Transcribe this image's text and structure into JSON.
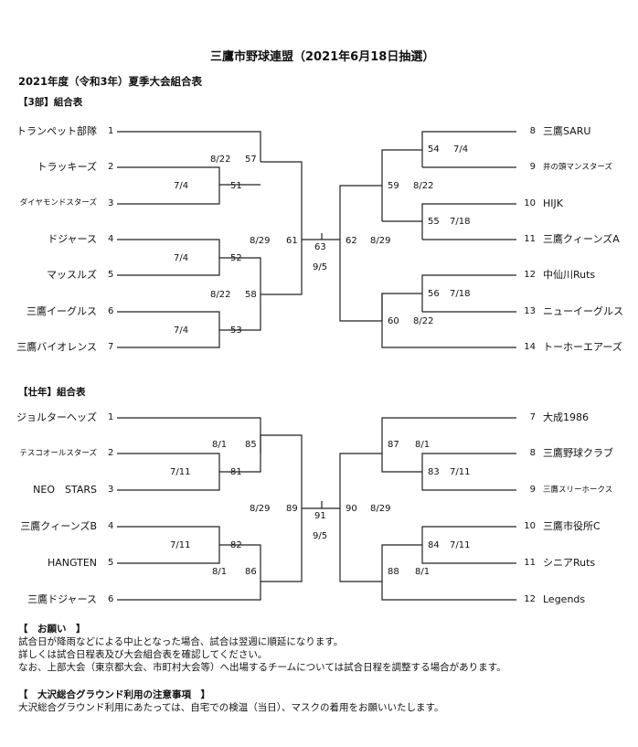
{
  "header": {
    "title": "三鷹市野球連盟（2021年6月18日抽選）",
    "subtitle": "2021年度（令和3年）夏季大会組合表"
  },
  "div3": {
    "label": "【3部】組合表",
    "left_teams": [
      {
        "name": "トランペット部隊",
        "seed": "1"
      },
      {
        "name": "トラッキーズ",
        "seed": "2"
      },
      {
        "name": "ダイヤモンドスターズ",
        "seed": "3"
      },
      {
        "name": "ドジャース",
        "seed": "4"
      },
      {
        "name": "マッスルズ",
        "seed": "5"
      },
      {
        "name": "三鷹イーグルス",
        "seed": "6"
      },
      {
        "name": "三鷹バイオレンス",
        "seed": "7"
      }
    ],
    "right_teams": [
      {
        "name": "三鷹SARU",
        "seed": "8"
      },
      {
        "name": "井の頭マンスターズ",
        "seed": "9"
      },
      {
        "name": "HIJK",
        "seed": "10"
      },
      {
        "name": "三鷹クィーンズA",
        "seed": "11"
      },
      {
        "name": "中仙川Ruts",
        "seed": "12"
      },
      {
        "name": "ニューイーグルス",
        "seed": "13"
      },
      {
        "name": "トーホーエアーズ",
        "seed": "14"
      }
    ],
    "games": {
      "g51": {
        "no": "51",
        "date": "7/4"
      },
      "g52": {
        "no": "52",
        "date": "7/4"
      },
      "g53": {
        "no": "53",
        "date": "7/4"
      },
      "g57": {
        "no": "57",
        "date": "8/22"
      },
      "g58": {
        "no": "58",
        "date": "8/22"
      },
      "g61": {
        "no": "61",
        "date": "8/29"
      },
      "g54": {
        "no": "54",
        "date": "7/4"
      },
      "g55": {
        "no": "55",
        "date": "7/18"
      },
      "g56": {
        "no": "56",
        "date": "7/18"
      },
      "g59": {
        "no": "59",
        "date": "8/22"
      },
      "g60": {
        "no": "60",
        "date": "8/22"
      },
      "g62": {
        "no": "62",
        "date": "8/29"
      },
      "final": {
        "no": "63",
        "date": "9/5"
      }
    }
  },
  "senior": {
    "label": "【壮年】組合表",
    "left_teams": [
      {
        "name": "ジョルターヘッズ",
        "seed": "1"
      },
      {
        "name": "テスコオールスターズ",
        "seed": "2"
      },
      {
        "name": "NEO　STARS",
        "seed": "3"
      },
      {
        "name": "三鷹クィーンズB",
        "seed": "4"
      },
      {
        "name": "HANGTEN",
        "seed": "5"
      },
      {
        "name": "三鷹ドジャース",
        "seed": "6"
      }
    ],
    "right_teams": [
      {
        "name": "大成1986",
        "seed": "7"
      },
      {
        "name": "三鷹野球クラブ",
        "seed": "8"
      },
      {
        "name": "三鷹スリーホークス",
        "seed": "9"
      },
      {
        "name": "三鷹市役所C",
        "seed": "10"
      },
      {
        "name": "シニアRuts",
        "seed": "11"
      },
      {
        "name": "Legends",
        "seed": "12"
      }
    ],
    "games": {
      "g81": {
        "no": "81",
        "date": "7/11"
      },
      "g82": {
        "no": "82",
        "date": "7/11"
      },
      "g85": {
        "no": "85",
        "date": "8/1"
      },
      "g86": {
        "no": "86",
        "date": "8/1"
      },
      "g89": {
        "no": "89",
        "date": "8/29"
      },
      "g83": {
        "no": "83",
        "date": "7/11"
      },
      "g84": {
        "no": "84",
        "date": "7/11"
      },
      "g87": {
        "no": "87",
        "date": "8/1"
      },
      "g88": {
        "no": "88",
        "date": "8/1"
      },
      "g90": {
        "no": "90",
        "date": "8/29"
      },
      "final": {
        "no": "91",
        "date": "9/5"
      }
    }
  },
  "notes": {
    "request_heading": "【　お願い　】",
    "request_lines": [
      "試合日が降雨などによる中止となった場合、試合は翌週に順延になります。",
      "詳しくは試合日程表及び大会組合表を確認してください。",
      "なお、上部大会（東京都大会、市町村大会等）へ出場するチームについては試合日程を調整する場合があります。"
    ],
    "ground_heading": "【　大沢総合グラウンド利用の注意事項　】",
    "ground_lines": [
      "大沢総合グラウンド利用にあたっては、自宅での検温（当日）、マスクの着用をお願いいたします。"
    ]
  }
}
